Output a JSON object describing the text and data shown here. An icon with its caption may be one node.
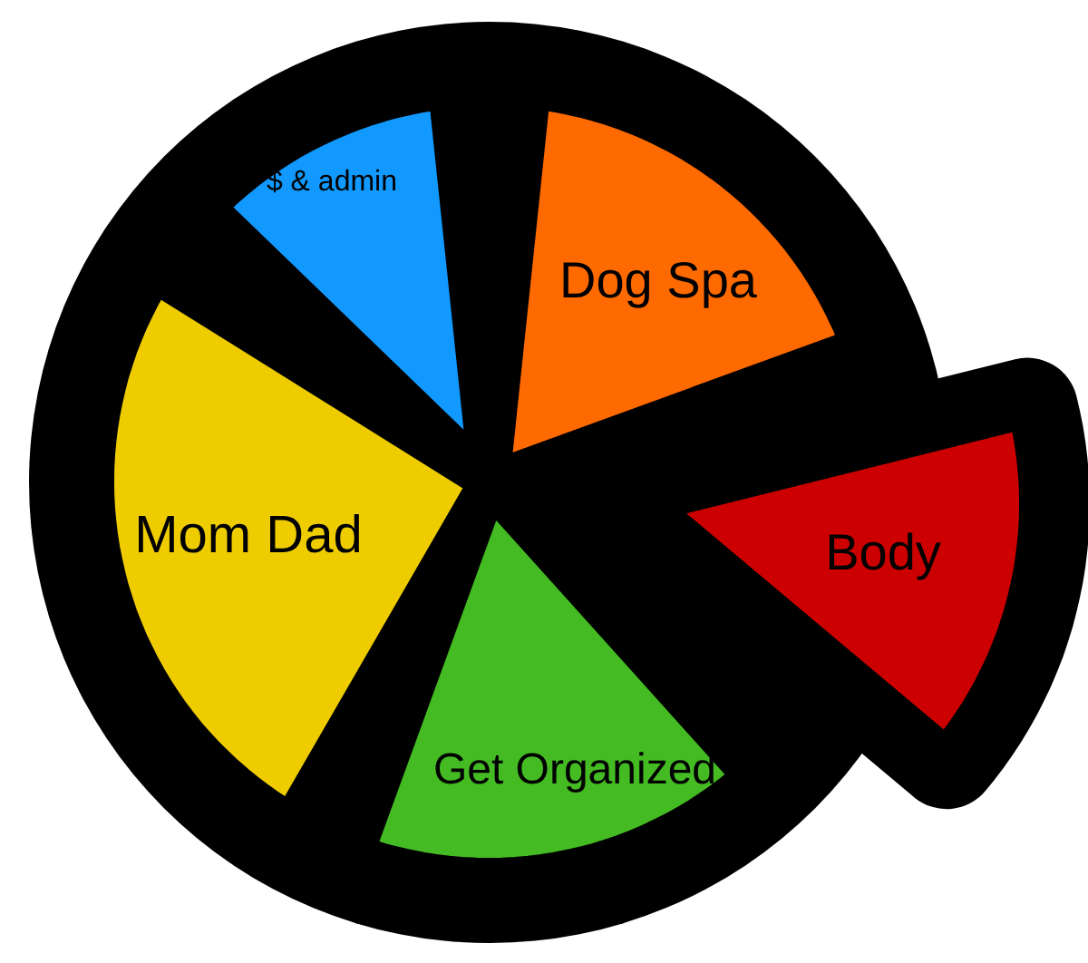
{
  "diagram": {
    "nodes": [
      {
        "text": [
          "$ & admin"
        ]
      },
      {
        "text": [
          "Dog Spa"
        ]
      },
      {
        "text": [
          "Mom Dad"
        ]
      },
      {
        "text": [
          "Body"
        ]
      },
      {
        "text": [
          "Get Organized"
        ]
      }
    ]
  }
}
